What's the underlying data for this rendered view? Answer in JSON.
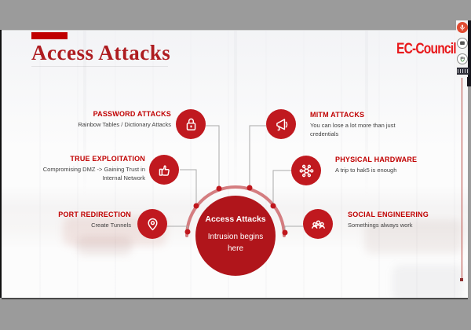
{
  "window": {
    "background_color": "#9B9B9B",
    "toolbar": {
      "icons": [
        {
          "name": "microphone-icon",
          "style": "red-circle"
        },
        {
          "name": "screen-icon",
          "style": "white-circle"
        },
        {
          "name": "raise-hand-icon",
          "style": "white-circle"
        },
        {
          "name": "grip-icon",
          "style": "dark-bars"
        }
      ]
    }
  },
  "slide": {
    "title": "Access Attacks",
    "logo": "EC-Council",
    "colors": {
      "accent": "#C00000",
      "title_text": "#AE1C20",
      "heading": "#C00000",
      "desc": "#3F3F3F",
      "item_circle": "#C0191F",
      "center_circle": "#B0151B",
      "connector": "#AAAAAA",
      "arc": "#D47D80",
      "dot": "#C0171D",
      "logo_red": "#E8191C"
    },
    "center": {
      "title": "Access Attacks",
      "subtitle": "Intrusion begins here"
    },
    "items": [
      {
        "title": "PASSWORD ATTACKS",
        "desc": "Rainbow Tables / Dictionary Attacks",
        "icon": "lock-icon",
        "side": "left"
      },
      {
        "title": "TRUE EXPLOITATION",
        "desc": "Compromising DMZ -> Gaining Trust in Internal Network",
        "icon": "thumbs-up-icon",
        "side": "left"
      },
      {
        "title": "PORT REDIRECTION",
        "desc": "Create Tunnels",
        "icon": "location-pin-icon",
        "side": "left"
      },
      {
        "title": "MITM ATTACKS",
        "desc": "You can lose a lot more than just credentials",
        "icon": "megaphone-icon",
        "side": "right"
      },
      {
        "title": "PHYSICAL HARDWARE",
        "desc": "A trip to hak5 is enough",
        "icon": "network-icon",
        "side": "right"
      },
      {
        "title": "SOCIAL ENGINEERING",
        "desc": "Somethings always work",
        "icon": "people-icon",
        "side": "right"
      }
    ]
  }
}
